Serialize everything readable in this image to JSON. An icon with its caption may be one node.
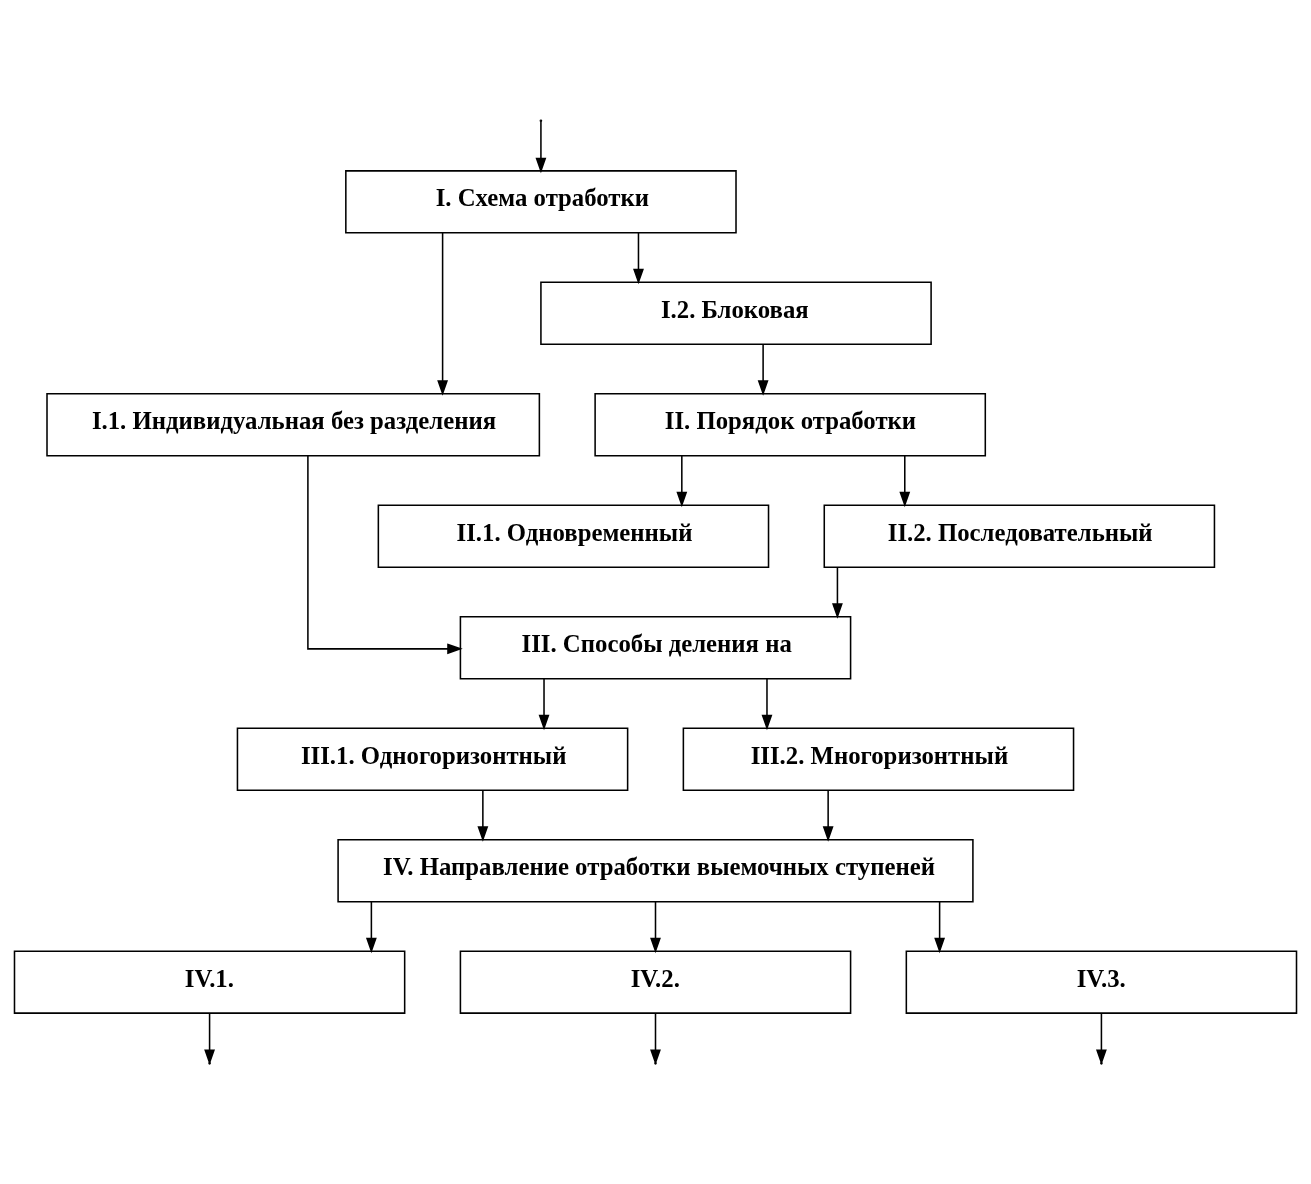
{
  "diagram": {
    "nodes": [
      {
        "text": [
          "I. Схема отработки"
        ]
      },
      {
        "text": [
          "I.1. Индивидуальная без разделения"
        ]
      },
      {
        "text": [
          "I.2. Блоковая"
        ]
      },
      {
        "text": [
          "II.1. Одновременный"
        ]
      },
      {
        "text": [
          "II. Порядок отработки"
        ]
      },
      {
        "text": [
          "II.2. Последовательный"
        ]
      },
      {
        "text": [
          "III. Способы деления на"
        ]
      },
      {
        "text": [
          "III.1. Одногоризонтный"
        ]
      },
      {
        "text": [
          "III.2. Многоризонтный"
        ]
      },
      {
        "text": [
          "IV. Направление отработки выемочных ступеней"
        ]
      },
      {
        "text": [
          "IV.1."
        ]
      },
      {
        "text": [
          "IV.2."
        ]
      },
      {
        "text": [
          "IV.3."
        ]
      }
    ],
    "edges": [
      {
        "from": null,
        "to": 0,
        "arrow": "to"
      },
      {
        "from": 0,
        "to": 1,
        "arrow": "to"
      },
      {
        "from": 0,
        "to": 2,
        "arrow": "to"
      },
      {
        "from": 2,
        "to": 4,
        "arrow": "to"
      },
      {
        "from": 4,
        "to": 3,
        "arrow": "to"
      },
      {
        "from": 4,
        "to": 5,
        "arrow": "to"
      },
      {
        "from": 1,
        "to": 6,
        "arrow": "to"
      },
      {
        "from": 5,
        "to": 6,
        "arrow": "to"
      },
      {
        "from": 6,
        "to": 7,
        "arrow": "to"
      },
      {
        "from": 6,
        "to": 8,
        "arrow": "to"
      },
      {
        "from": 7,
        "to": 9,
        "arrow": "to"
      },
      {
        "from": 8,
        "to": 9,
        "arrow": "to"
      },
      {
        "from": 9,
        "to": 10,
        "arrow": "to"
      },
      {
        "from": 9,
        "to": 11,
        "arrow": "to"
      },
      {
        "from": 9,
        "to": 12,
        "arrow": "to"
      },
      {
        "from": 10,
        "to": null,
        "arrow": "to"
      },
      {
        "from": 11,
        "to": null,
        "arrow": "to"
      },
      {
        "from": 12,
        "to": null,
        "arrow": "to"
      }
    ]
  }
}
